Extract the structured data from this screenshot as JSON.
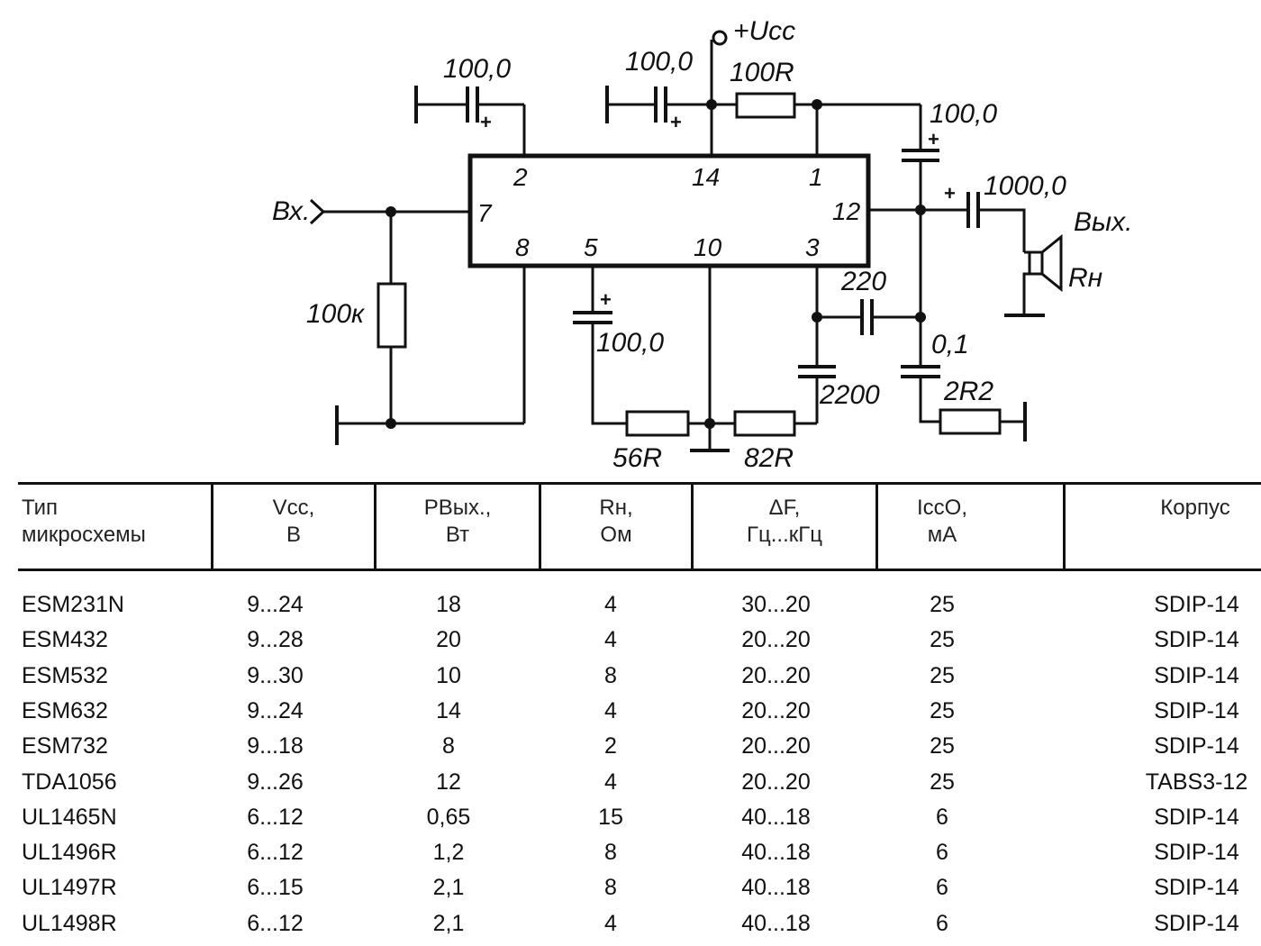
{
  "schematic": {
    "supply_label": "+Ucc",
    "input_label": "Вх.",
    "output_label": "Вых.",
    "load_label": "Rн",
    "plus_sign": "+",
    "pins": [
      "2",
      "14",
      "1",
      "7",
      "12",
      "8",
      "5",
      "10",
      "3"
    ],
    "components": {
      "c_pin2": "100,0",
      "c_pin14": "100,0",
      "r_100R": "100R",
      "c_bootstrap": "100,0",
      "c_output": "1000,0",
      "r_input": "100к",
      "c_pin5": "100,0",
      "c_220": "220",
      "c_2200": "2200",
      "c_01": "0,1",
      "r_2R2": "2R2",
      "r_56R": "56R",
      "r_82R": "82R"
    }
  },
  "table": {
    "headers": [
      [
        "Тип",
        "микросхемы"
      ],
      [
        "Vcc,",
        "В"
      ],
      [
        "PВых.,",
        "Вт"
      ],
      [
        "Rн,",
        "Ом"
      ],
      [
        "ΔF,",
        "Гц...кГц"
      ],
      [
        "IccO,",
        "мА"
      ],
      [
        "Корпус",
        ""
      ]
    ],
    "rows": [
      [
        "ESM231N",
        "9...24",
        "18",
        "4",
        "30...20",
        "25",
        "SDIP-14"
      ],
      [
        "ESM432",
        "9...28",
        "20",
        "4",
        "20...20",
        "25",
        "SDIP-14"
      ],
      [
        "ESM532",
        "9...30",
        "10",
        "8",
        "20...20",
        "25",
        "SDIP-14"
      ],
      [
        "ESM632",
        "9...24",
        "14",
        "4",
        "20...20",
        "25",
        "SDIP-14"
      ],
      [
        "ESM732",
        "9...18",
        "8",
        "2",
        "20...20",
        "25",
        "SDIP-14"
      ],
      [
        "TDA1056",
        "9...26",
        "12",
        "4",
        "20...20",
        "25",
        "TABS3-12"
      ],
      [
        "UL1465N",
        "6...12",
        "0,65",
        "15",
        "40...18",
        "6",
        "SDIP-14"
      ],
      [
        "UL1496R",
        "6...12",
        "1,2",
        "8",
        "40...18",
        "6",
        "SDIP-14"
      ],
      [
        "UL1497R",
        "6...15",
        "2,1",
        "8",
        "40...18",
        "6",
        "SDIP-14"
      ],
      [
        "UL1498R",
        "6...12",
        "2,1",
        "4",
        "40...18",
        "6",
        "SDIP-14"
      ]
    ]
  }
}
